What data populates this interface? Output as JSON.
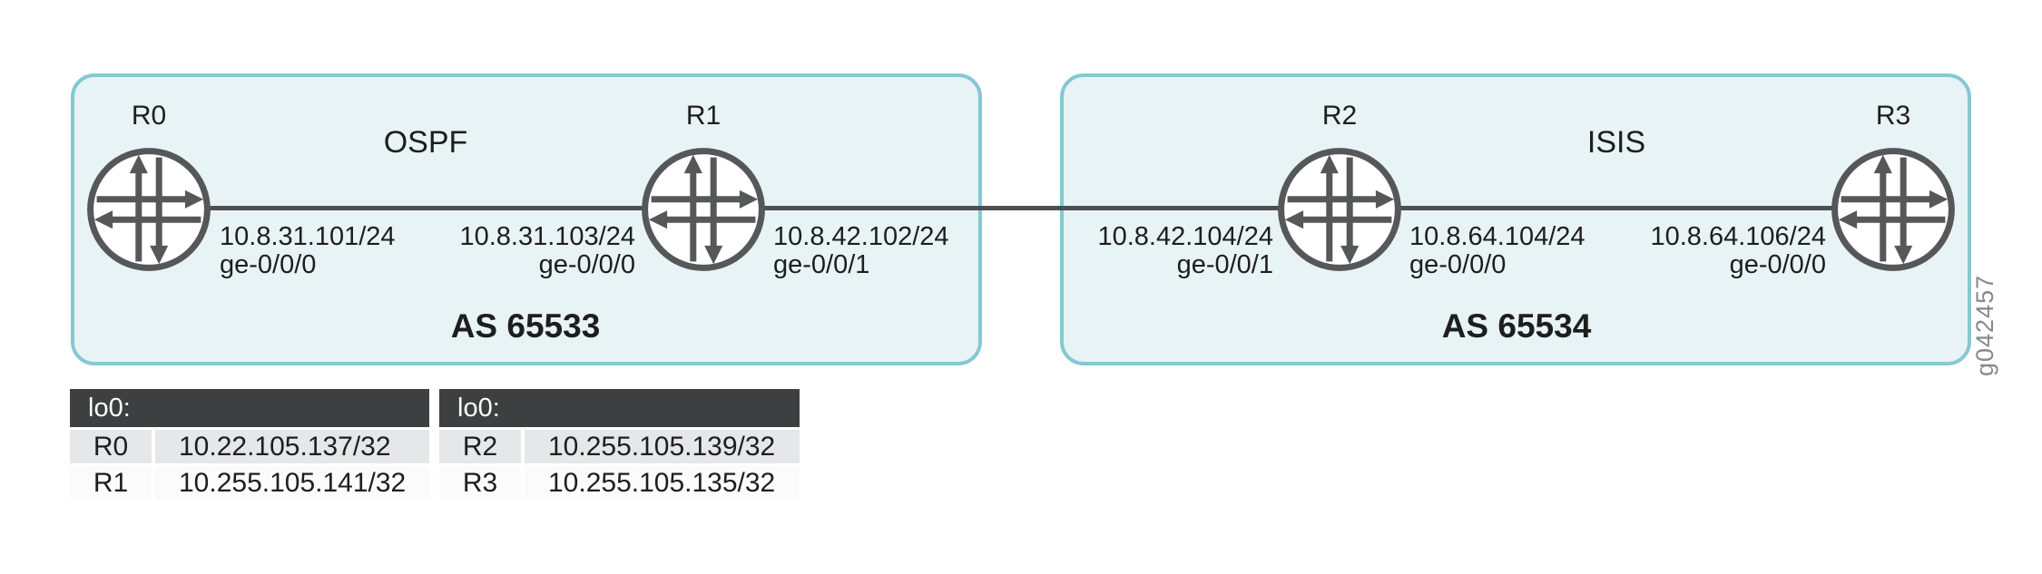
{
  "colors": {
    "box-border": "#86c8d2",
    "box-fill": "#e8f3f6",
    "line": "#4e4f51",
    "icon": "#565759",
    "text": "#1e1e1e",
    "table-header-bg": "#3e3f41",
    "row-gray": "#e6e7e8",
    "row-white": "#fbfbfb",
    "gray-note": "#87888a"
  },
  "diagram": {
    "figure_id": "g042457",
    "areas": [
      {
        "protocol": "OSPF",
        "as_label": "AS 65533"
      },
      {
        "protocol": "ISIS",
        "as_label": "AS 65534"
      }
    ],
    "routers": [
      {
        "name": "R0"
      },
      {
        "name": "R1"
      },
      {
        "name": "R2"
      },
      {
        "name": "R3"
      }
    ],
    "links": [
      {
        "from": "R0",
        "to": "R1"
      },
      {
        "from": "R1",
        "to": "R2"
      },
      {
        "from": "R2",
        "to": "R3"
      }
    ],
    "interfaces": [
      {
        "router": "R0",
        "side": "right",
        "ip": "10.8.31.101/24",
        "port": "ge-0/0/0"
      },
      {
        "router": "R1",
        "side": "left",
        "ip": "10.8.31.103/24",
        "port": "ge-0/0/0"
      },
      {
        "router": "R1",
        "side": "right",
        "ip": "10.8.42.102/24",
        "port": "ge-0/0/1"
      },
      {
        "router": "R2",
        "side": "left",
        "ip": "10.8.42.104/24",
        "port": "ge-0/0/1"
      },
      {
        "router": "R2",
        "side": "right",
        "ip": "10.8.64.104/24",
        "port": "ge-0/0/0"
      },
      {
        "router": "R3",
        "side": "left",
        "ip": "10.8.64.106/24",
        "port": "ge-0/0/0"
      }
    ],
    "loopback_tables": [
      {
        "header": "lo0:",
        "rows": [
          {
            "router": "R0",
            "address": "10.22.105.137/32"
          },
          {
            "router": "R1",
            "address": "10.255.105.141/32"
          }
        ]
      },
      {
        "header": "lo0:",
        "rows": [
          {
            "router": "R2",
            "address": "10.255.105.139/32"
          },
          {
            "router": "R3",
            "address": "10.255.105.135/32"
          }
        ]
      }
    ]
  }
}
